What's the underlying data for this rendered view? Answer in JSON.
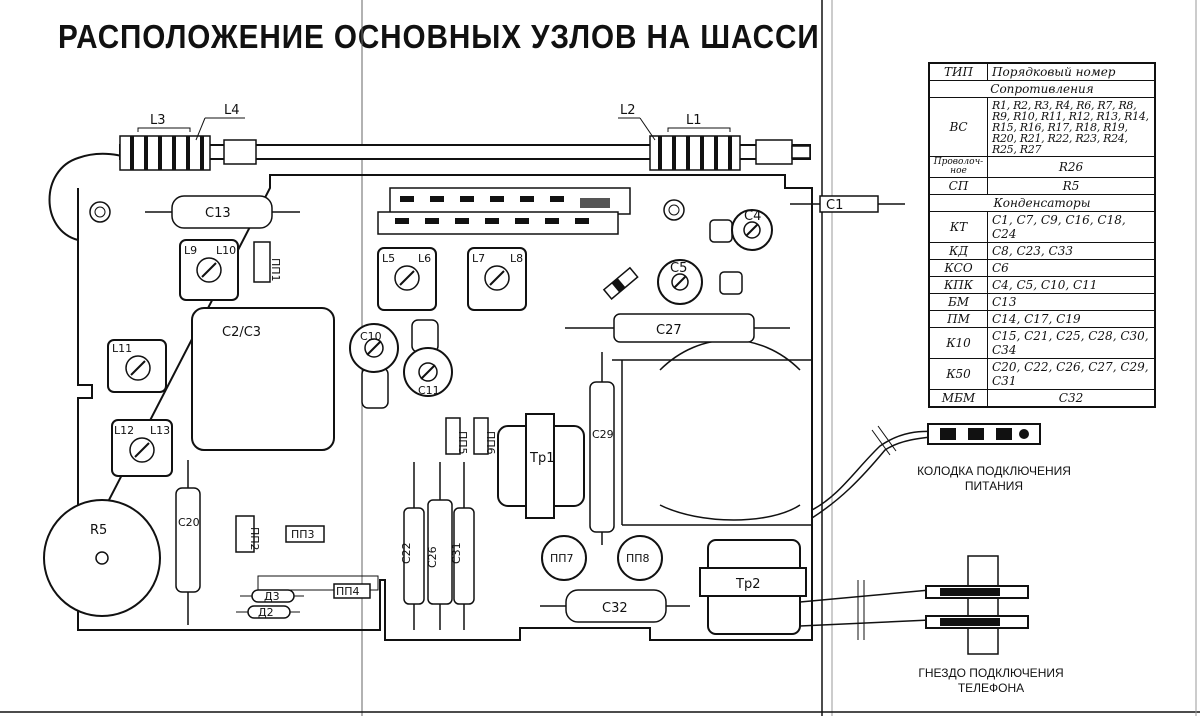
{
  "title": "РАСПОЛОЖЕНИЕ ОСНОВНЫХ УЗЛОВ НА ШАССИ",
  "components": {
    "L1": "L1",
    "L2": "L2",
    "L3": "L3",
    "L4": "L4",
    "L5": "L5",
    "L6": "L6",
    "L7": "L7",
    "L8": "L8",
    "L9": "L9",
    "L10": "L10",
    "L11": "L11",
    "L12": "L12",
    "L13": "L13",
    "C1": "C1",
    "C2C3": "C2/C3",
    "C4": "C4",
    "C5": "C5",
    "C10": "C10",
    "C11": "C11",
    "C13": "C13",
    "C20": "C20",
    "C22": "C22",
    "C26": "C26",
    "C27": "C27",
    "C29": "C29",
    "C31": "C31",
    "C32": "C32",
    "R5": "R5",
    "Tp1": "Тр1",
    "Tp2": "Тр2",
    "PP1": "ПП1",
    "PP2": "ПП2",
    "PP3": "ПП3",
    "PP4": "ПП4",
    "PP5": "ПП5",
    "PP6": "ПП6",
    "PP7": "ПП7",
    "PP8": "ПП8",
    "D2": "Д2",
    "D3": "Д3"
  },
  "connectors": {
    "power": "КОЛОДКА ПОДКЛЮЧЕНИЯ\nПИТАНИЯ",
    "phone": "ГНЕЗДО ПОДКЛЮЧЕНИЯ\nТЕЛЕФОНА"
  },
  "legend": {
    "header": {
      "type": "ТИП",
      "number": "Порядковый номер"
    },
    "resistors_title": "Сопротивления",
    "resistors": [
      {
        "type": "ВС",
        "items": "R1, R2, R3, R4, R6, R7, R8, R9, R10, R11, R12, R13, R14, R15, R16, R17, R18, R19, R20, R21, R22, R23, R24, R25, R27"
      },
      {
        "type": "Проволоч-ное",
        "items": "R26"
      },
      {
        "type": "СП",
        "items": "R5"
      }
    ],
    "capacitors_title": "Конденсаторы",
    "capacitors": [
      {
        "type": "КТ",
        "items": "C1, C7, C9, C16, C18, C24"
      },
      {
        "type": "КД",
        "items": "C8, C23, C33"
      },
      {
        "type": "КСО",
        "items": "C6"
      },
      {
        "type": "КПК",
        "items": "C4, C5, C10, C11"
      },
      {
        "type": "БМ",
        "items": "C13"
      },
      {
        "type": "ПМ",
        "items": "C14, C17, C19"
      },
      {
        "type": "К10",
        "items": "C15, C21, C25, C28, C30, C34"
      },
      {
        "type": "К50",
        "items": "C20, C22, C26, C27, C29, C31"
      },
      {
        "type": "МБМ",
        "items": "C32"
      }
    ]
  }
}
